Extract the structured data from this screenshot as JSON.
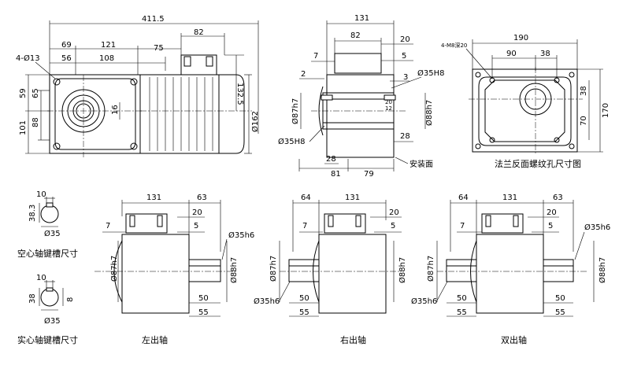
{
  "front_view": {
    "dims": {
      "overall_length": "411.5",
      "d69": "69",
      "d121": "121",
      "d82": "82",
      "d56": "56",
      "d108": "108",
      "d75": "75",
      "d132_5": "132.5",
      "holes": "4-Ø13",
      "d59": "59",
      "d65": "65",
      "d101": "101",
      "d88": "88",
      "d16": "16",
      "d162": "Ø162"
    }
  },
  "section_view": {
    "dims": {
      "d131": "131",
      "d82": "82",
      "d20": "20",
      "d7": "7",
      "d5": "5",
      "d2": "2",
      "d3": "3",
      "bore_top": "Ø35H8",
      "d87": "Ø87h7",
      "d88": "Ø88h7",
      "d28a": "28",
      "d28b": "28",
      "d81": "81",
      "d79": "79",
      "bore_bottom": "Ø35H8",
      "d20s": "20",
      "d12s": "12",
      "mount_face": "安装面"
    }
  },
  "flange_view": {
    "dims": {
      "d190": "190",
      "d90": "90",
      "d38a": "38",
      "tap": "4-M8深20",
      "d38b": "38",
      "d70": "70",
      "d170": "170"
    },
    "caption": "法兰反面螺纹孔尺寸图"
  },
  "hollow_key": {
    "w": "10",
    "h": "38.3",
    "dia": "Ø35",
    "caption": "空心轴键槽尺寸"
  },
  "solid_key": {
    "w": "10",
    "h": "38",
    "side": "8",
    "dia": "Ø35",
    "caption": "实心轴键槽尺寸"
  },
  "left_shaft": {
    "d131": "131",
    "d63": "63",
    "d20": "20",
    "d7": "7",
    "d5": "5",
    "shaft": "Ø35h6",
    "d87": "Ø87h7",
    "d88": "Ø88h7",
    "d50": "50",
    "d55": "55",
    "caption": "左出轴"
  },
  "right_shaft": {
    "d64": "64",
    "d131": "131",
    "d20": "20",
    "d7": "7",
    "d5": "5",
    "d87": "Ø87h7",
    "d88": "Ø88h7",
    "shaft": "Ø35h6",
    "d50": "50",
    "d55": "55",
    "caption": "右出轴"
  },
  "double_shaft": {
    "d64": "64",
    "d131": "131",
    "d63": "63",
    "d20": "20",
    "d7": "7",
    "d5": "5",
    "shaft_r": "Ø35h6",
    "d87": "Ø87h7",
    "d88": "Ø88h7",
    "shaft_l": "Ø35h6",
    "d50a": "50",
    "d55a": "55",
    "d50b": "50",
    "d55b": "55",
    "caption": "双出轴"
  }
}
